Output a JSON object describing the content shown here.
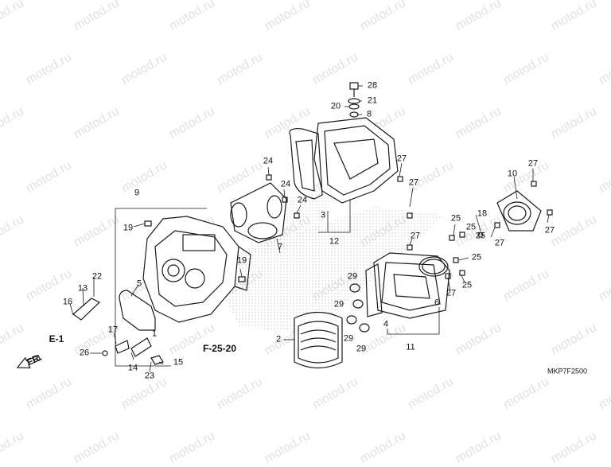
{
  "watermark": "motod.ru",
  "diagram_code": "MKP7F2500",
  "direction_label": "FR.",
  "reference_labels": [
    "E-1",
    "F-25-20"
  ],
  "part_numbers": [
    "1",
    "2",
    "3",
    "4",
    "5",
    "6",
    "7",
    "8",
    "9",
    "10",
    "11",
    "12",
    "13",
    "14",
    "15",
    "16",
    "17",
    "18",
    "19",
    "20",
    "21",
    "22",
    "23",
    "24",
    "25",
    "26",
    "27",
    "28",
    "29"
  ],
  "colors": {
    "line": "#1a1a1a",
    "watermark": "#e2e2e2",
    "hatch": "#b5b5b5"
  }
}
